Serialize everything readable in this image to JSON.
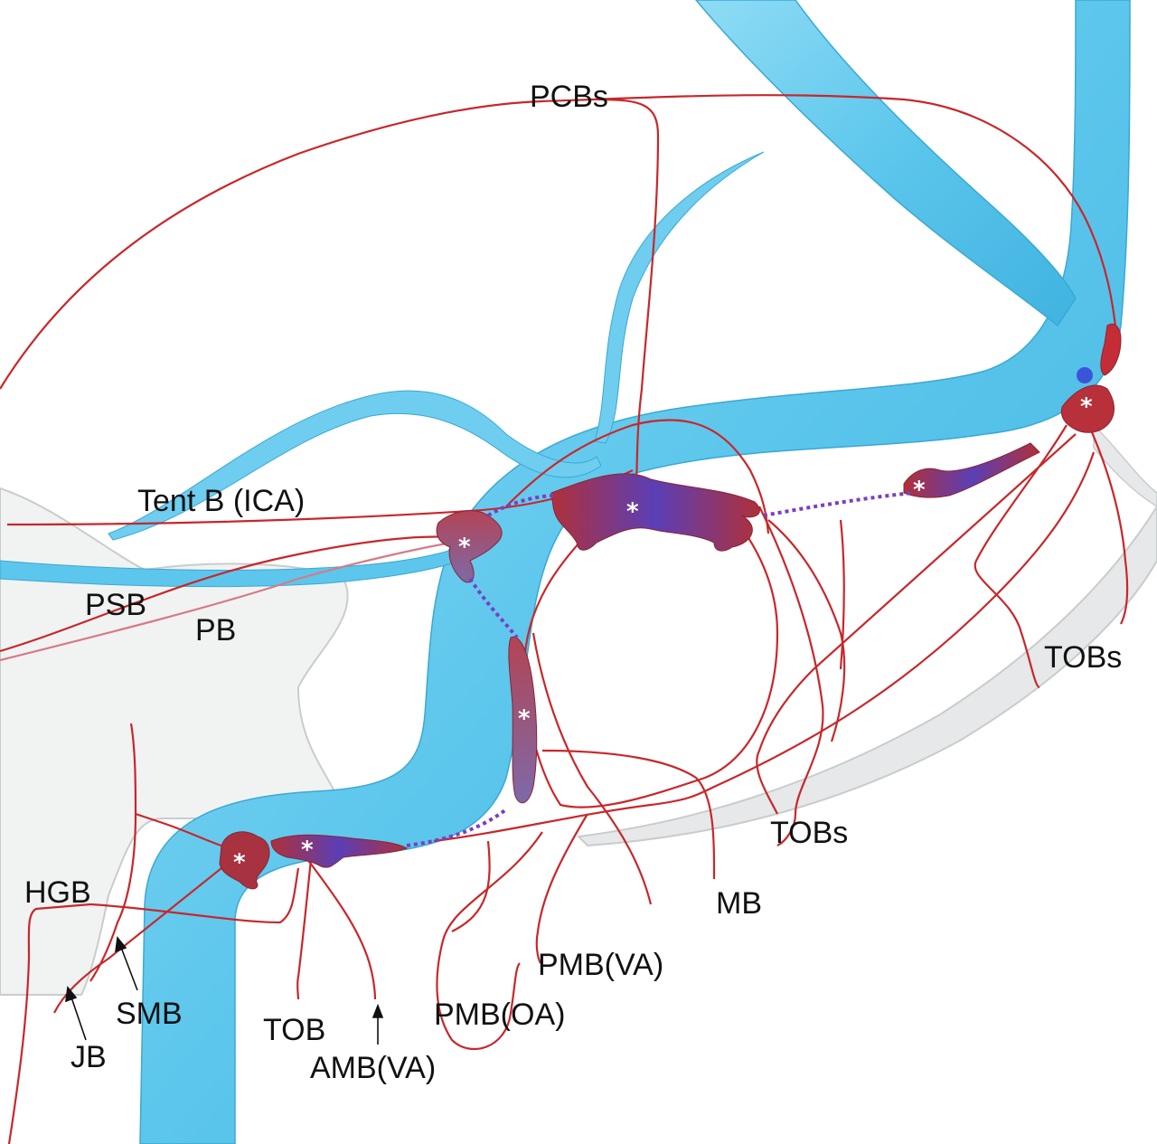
{
  "labels": {
    "pcbs": "PCBs",
    "tent_b": "Tent B (ICA)",
    "psb": "PSB",
    "pb": "PB",
    "tobs_right": "TOBs",
    "tobs_middle": "TOBs",
    "mb": "MB",
    "pmb_va": "PMB(VA)",
    "pmb_oa": "PMB(OA)",
    "hgb": "HGB",
    "smb": "SMB",
    "jb": "JB",
    "tob": "TOB",
    "amb_va": "AMB(VA)"
  },
  "markers": {
    "asterisk": "*"
  },
  "colors": {
    "vessel_blue": "#5cc6ec",
    "vessel_blue_light": "#a6e3f7",
    "artery_red": "#c8272b",
    "fistula_red": "#a8323f",
    "fistula_purple": "#6f3fb8",
    "bone_gray": "#d9dcdd"
  }
}
